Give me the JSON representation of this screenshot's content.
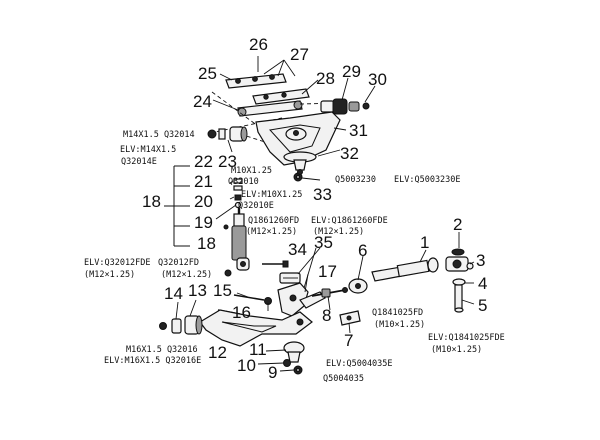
{
  "callouts": {
    "n1": "1",
    "n2": "2",
    "n3": "3",
    "n4": "4",
    "n5": "5",
    "n6": "6",
    "n7": "7",
    "n8": "8",
    "n9": "9",
    "n10": "10",
    "n11": "11",
    "n12": "12",
    "n13": "13",
    "n14": "14",
    "n15": "15",
    "n16": "16",
    "n17": "17",
    "n18a": "18",
    "n18b": "18",
    "n19": "19",
    "n20": "20",
    "n21": "21",
    "n22": "22",
    "n23": "23",
    "n24": "24",
    "n25": "25",
    "n26": "26",
    "n27": "27",
    "n28": "28",
    "n29": "29",
    "n30": "30",
    "n31": "31",
    "n32": "32",
    "n33": "33",
    "n34": "34",
    "n35": "35"
  },
  "specs": {
    "m14_q32014": "M14X1.5 Q32014",
    "elv_m14": "ELV:M14X1.5",
    "q32014e": "Q32014E",
    "m10_125": "M10X1.25",
    "q32010": "Q32010",
    "elv_m10": "ELV:M10X1.25",
    "q32010e": "Q32010E",
    "q5003230": "Q5003230",
    "elv_q5003230e": "ELV:Q5003230E",
    "q1861260fd": "Q1861260FD",
    "m12_a": "(M12×1.25)",
    "elv_q1861260fde": "ELV:Q1861260FDE",
    "m12_b": "(M12×1.25)",
    "elv_q32012fde": "ELV:Q32012FDE",
    "m12_c": "(M12×1.25)",
    "q32012fd": "Q32012FD",
    "m12_d": "(M12×1.25)",
    "q1841025fd": "Q1841025FD",
    "m10_a": "(M10×1.25)",
    "elv_q1841025fde": "ELV:Q1841025FDE",
    "m10_b": "(M10×1.25)",
    "m16_q32016": "M16X1.5 Q32016",
    "elv_m16": "ELV:M16X1.5 Q32016E",
    "elv_q5004035e": "ELV:Q5004035E",
    "q5004035": "Q5004035"
  }
}
